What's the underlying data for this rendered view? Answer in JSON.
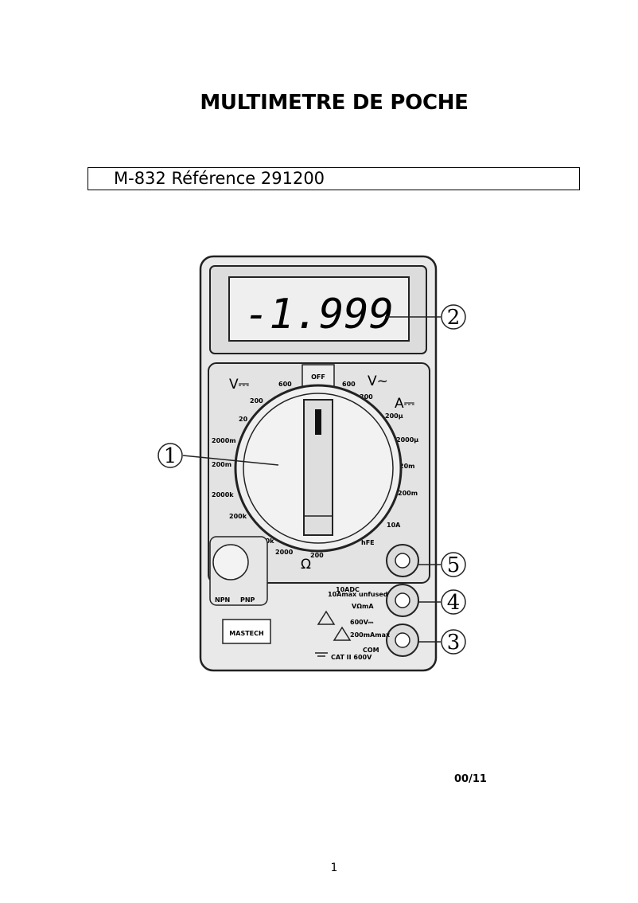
{
  "document": {
    "title": "MULTIMETRE DE POCHE",
    "reference": "M-832 Référence 291200",
    "date_code": "00/11",
    "page_number": "1"
  },
  "meter": {
    "display_reading": "-1.999",
    "brand": "MASTECH",
    "category": "CAT II 600V",
    "callouts": [
      "1",
      "2",
      "3",
      "4",
      "5"
    ],
    "dial": {
      "section_dcv": "V⎓",
      "section_acv": "V~",
      "section_dca": "A⎓",
      "off": "OFF",
      "positions_left": [
        "600",
        "200",
        "20",
        "2000m",
        "200m",
        "2000k",
        "200k",
        "20k",
        "2000",
        "200"
      ],
      "positions_right": [
        "600",
        "200",
        "200μ",
        "2000μ",
        "20m",
        "200m",
        "10A",
        "hFE"
      ],
      "ohm": "Ω"
    },
    "transistor_labels": [
      "NPN",
      "PNP"
    ],
    "jacks": {
      "jack_10a": "10ADC",
      "jack_vohm": "VΩmA",
      "jack_com": "COM",
      "note_10a": "10Amax unfused",
      "note_v": "600V⎓",
      "note_ma": "200mAmax"
    }
  }
}
